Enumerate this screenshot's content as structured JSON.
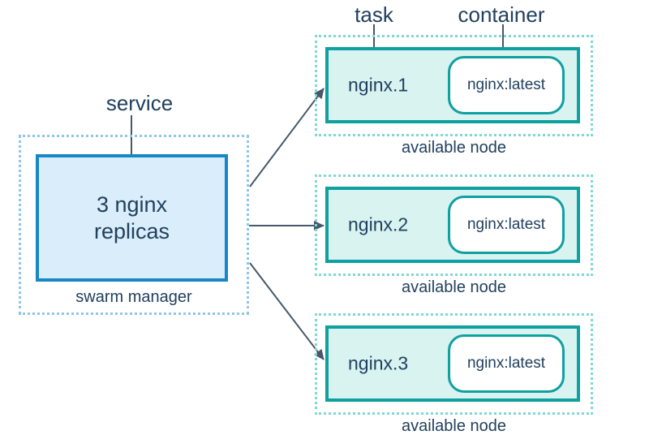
{
  "diagram": {
    "annotations": {
      "service": "service",
      "task": "task",
      "container": "container"
    },
    "manager": {
      "box_label": "3 nginx replicas",
      "caption": "swarm manager"
    },
    "nodes": [
      {
        "task_label": "nginx.1",
        "container_label": "nginx:latest",
        "caption": "available node"
      },
      {
        "task_label": "nginx.2",
        "container_label": "nginx:latest",
        "caption": "available node"
      },
      {
        "task_label": "nginx.3",
        "container_label": "nginx:latest",
        "caption": "available node"
      }
    ],
    "colors": {
      "text": "#21405e",
      "service_border": "#1787c8",
      "service_fill": "#d9edfa",
      "manager_dotted_border": "#8fc6e9",
      "task_border": "#0fa0a0",
      "task_fill": "#d9f3f1",
      "node_dotted_border": "#7fd8d3",
      "container_fill": "#ffffff",
      "arrow": "#46586a"
    }
  }
}
